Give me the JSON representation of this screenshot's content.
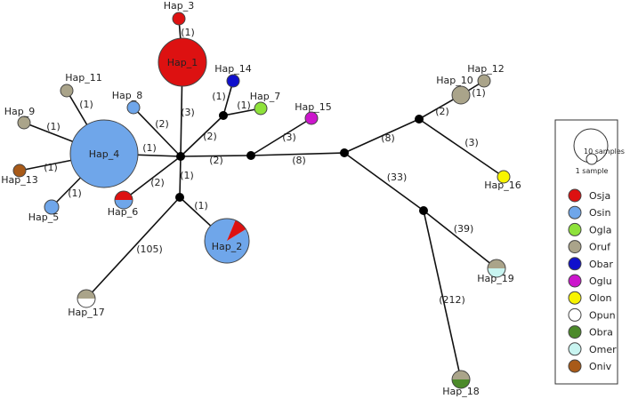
{
  "groups": [
    {
      "code": "Osja",
      "color": "#dd1111"
    },
    {
      "code": "Osin",
      "color": "#6fa6ea"
    },
    {
      "code": "Ogla",
      "color": "#8ee23a"
    },
    {
      "code": "Oruf",
      "color": "#aaa48a"
    },
    {
      "code": "Obar",
      "color": "#1010cc"
    },
    {
      "code": "Oglu",
      "color": "#cc16cc"
    },
    {
      "code": "Olon",
      "color": "#f8f400"
    },
    {
      "code": "Opun",
      "color": "#ffffff"
    },
    {
      "code": "Obra",
      "color": "#4c8a2a"
    },
    {
      "code": "Omer",
      "color": "#c8f4f0"
    },
    {
      "code": "Oniv",
      "color": "#a85a18"
    }
  ],
  "legend": {
    "size_large": "10 samples",
    "size_small": "1 sample"
  },
  "haplotypes": [
    {
      "id": "Hap_1",
      "inside": true,
      "groups": [
        {
          "code": "Osja",
          "share": 1
        }
      ]
    },
    {
      "id": "Hap_2",
      "inside": true,
      "groups": [
        {
          "code": "Osin",
          "share": 0.9
        },
        {
          "code": "Osja",
          "share": 0.1
        }
      ]
    },
    {
      "id": "Hap_3",
      "groups": [
        {
          "code": "Osja",
          "share": 1
        }
      ]
    },
    {
      "id": "Hap_4",
      "inside": true,
      "groups": [
        {
          "code": "Osin",
          "share": 1
        }
      ]
    },
    {
      "id": "Hap_5",
      "groups": [
        {
          "code": "Osin",
          "share": 1
        }
      ]
    },
    {
      "id": "Hap_6",
      "groups": [
        {
          "code": "Osja",
          "share": 0.5
        },
        {
          "code": "Osin",
          "share": 0.5
        }
      ]
    },
    {
      "id": "Hap_7",
      "groups": [
        {
          "code": "Ogla",
          "share": 1
        }
      ]
    },
    {
      "id": "Hap_8",
      "groups": [
        {
          "code": "Osin",
          "share": 1
        }
      ]
    },
    {
      "id": "Hap_9",
      "groups": [
        {
          "code": "Oruf",
          "share": 1
        }
      ]
    },
    {
      "id": "Hap_10",
      "groups": [
        {
          "code": "Oruf",
          "share": 1
        }
      ]
    },
    {
      "id": "Hap_11",
      "groups": [
        {
          "code": "Oruf",
          "share": 1
        }
      ]
    },
    {
      "id": "Hap_12",
      "groups": [
        {
          "code": "Oruf",
          "share": 1
        }
      ]
    },
    {
      "id": "Hap_13",
      "groups": [
        {
          "code": "Oniv",
          "share": 1
        }
      ]
    },
    {
      "id": "Hap_14",
      "groups": [
        {
          "code": "Obar",
          "share": 1
        }
      ]
    },
    {
      "id": "Hap_15",
      "groups": [
        {
          "code": "Oglu",
          "share": 1
        }
      ]
    },
    {
      "id": "Hap_16",
      "groups": [
        {
          "code": "Olon",
          "share": 1
        }
      ]
    },
    {
      "id": "Hap_17",
      "groups": [
        {
          "code": "Oruf",
          "share": 0.5
        },
        {
          "code": "Opun",
          "share": 0.5
        }
      ]
    },
    {
      "id": "Hap_18",
      "groups": [
        {
          "code": "Oruf",
          "share": 0.5
        },
        {
          "code": "Obra",
          "share": 0.5
        }
      ]
    },
    {
      "id": "Hap_19",
      "groups": [
        {
          "code": "Oruf",
          "share": 0.5
        },
        {
          "code": "Omer",
          "share": 0.5
        }
      ]
    }
  ],
  "edges": [
    {
      "from": "Hap_3",
      "to": "Hap_1",
      "label": "(1)"
    },
    {
      "from": "Hap_1",
      "to": "m1",
      "label": "(3)"
    },
    {
      "from": "Hap_14",
      "to": "m2",
      "label": "(1)"
    },
    {
      "from": "Hap_7",
      "to": "m2",
      "label": "(1)"
    },
    {
      "from": "m2",
      "to": "m1",
      "label": "(2)"
    },
    {
      "from": "Hap_8",
      "to": "m1",
      "label": "(2)"
    },
    {
      "from": "Hap_4",
      "to": "m1",
      "label": "(1)"
    },
    {
      "from": "Hap_11",
      "to": "Hap_4",
      "label": "(1)"
    },
    {
      "from": "Hap_9",
      "to": "Hap_4",
      "label": "(1)"
    },
    {
      "from": "Hap_13",
      "to": "Hap_4",
      "label": "(1)"
    },
    {
      "from": "Hap_5",
      "to": "Hap_4",
      "label": "(1)"
    },
    {
      "from": "Hap_6",
      "to": "m1",
      "label": "(2)"
    },
    {
      "from": "m1",
      "to": "m3",
      "label": "(1)"
    },
    {
      "from": "m3",
      "to": "Hap_2",
      "label": "(1)"
    },
    {
      "from": "m3",
      "to": "Hap_17",
      "label": "(105)"
    },
    {
      "from": "m1",
      "to": "m4",
      "label": "(2)"
    },
    {
      "from": "Hap_15",
      "to": "m4",
      "label": "(3)"
    },
    {
      "from": "m4",
      "to": "m5",
      "label": "(8)"
    },
    {
      "from": "m5",
      "to": "m6",
      "label": "(8)"
    },
    {
      "from": "m6",
      "to": "Hap_10",
      "label": "(2)"
    },
    {
      "from": "Hap_10",
      "to": "Hap_12",
      "label": "(1)"
    },
    {
      "from": "m6",
      "to": "Hap_16",
      "label": "(3)"
    },
    {
      "from": "m5",
      "to": "m7",
      "label": "(33)"
    },
    {
      "from": "m7",
      "to": "Hap_19",
      "label": "(39)"
    },
    {
      "from": "m7",
      "to": "Hap_18",
      "label": "(212)"
    }
  ]
}
